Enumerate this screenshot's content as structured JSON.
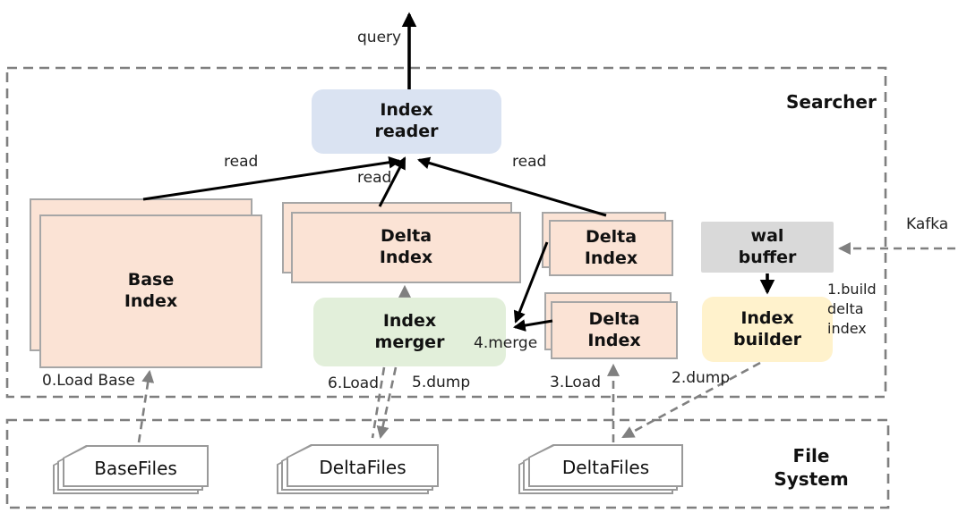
{
  "diagram": {
    "containers": {
      "searcher": "Searcher",
      "file_system": "File System"
    },
    "nodes": {
      "index_reader": "Index reader",
      "base_index": "Base Index",
      "delta_index_mid": "Delta Index",
      "delta_index_top_right": "Delta Index",
      "delta_index_bottom_right": "Delta Index",
      "index_merger": "Index merger",
      "wal_buffer": "wal buffer",
      "index_builder": "Index builder",
      "base_files": "BaseFiles",
      "delta_files_mid": "DeltaFiles",
      "delta_files_right": "DeltaFiles"
    },
    "edge_labels": {
      "query": "query",
      "read_left": "read",
      "read_mid": "read",
      "read_right": "read",
      "load_base": "0.Load Base",
      "build_delta": "1.build delta index",
      "dump_wal": "2.dump",
      "load_delta": "3.Load",
      "merge": "4.merge",
      "dump_merger": "5.dump",
      "load_merger": "6.Load",
      "kafka": "Kafka"
    },
    "colors": {
      "peach": "#fbe3d5",
      "peach-border": "#a6a6a6",
      "blue": "#dae3f2",
      "green": "#e2efda",
      "gray": "#d9d9d9",
      "yellow": "#fff2cc",
      "dash": "#7f7f7f",
      "arrow-gray": "#808080",
      "file-border": "#999999"
    }
  }
}
